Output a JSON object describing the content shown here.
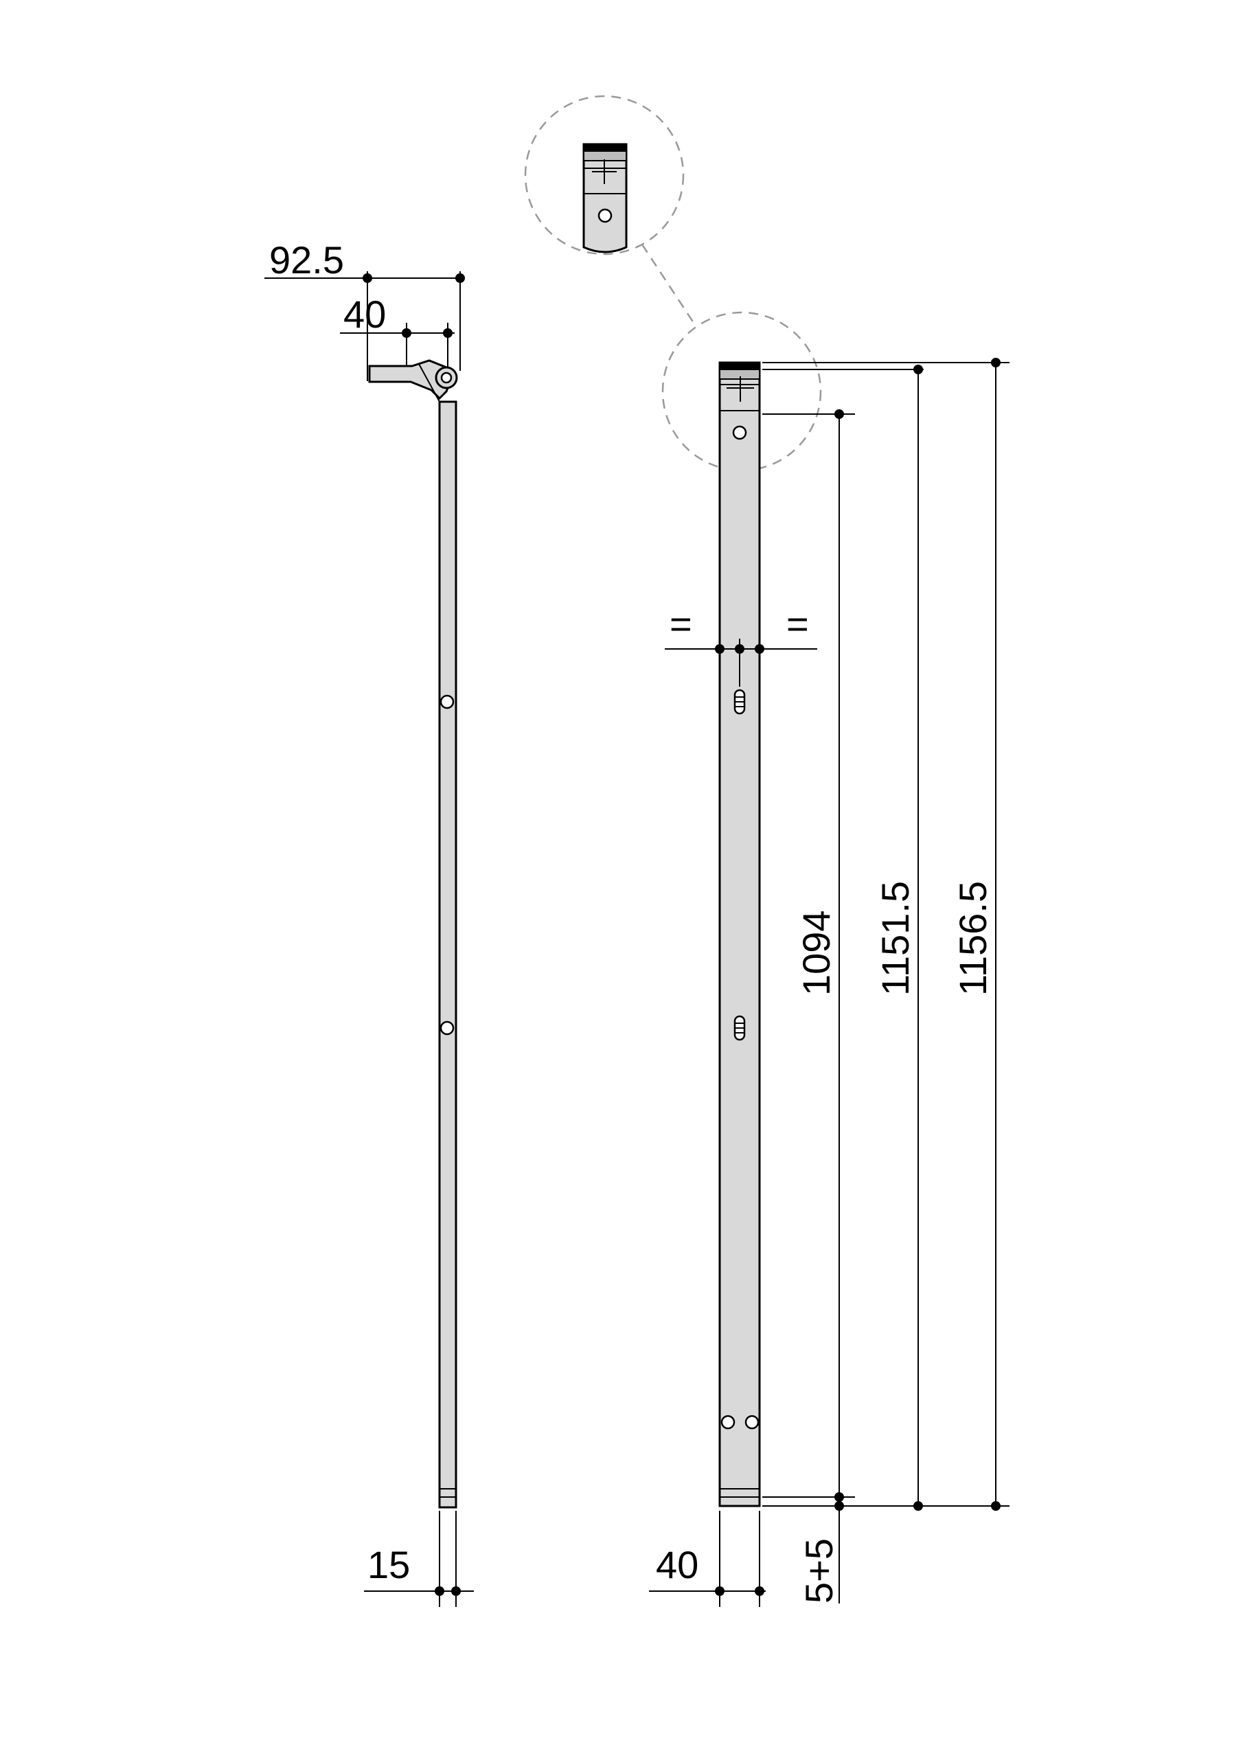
{
  "side_view": {
    "dim_overall_offset": "92.5",
    "dim_arm_offset": "40",
    "dim_thickness": "15"
  },
  "front_view": {
    "equal_mark_left": "=",
    "equal_mark_right": "=",
    "dim_width": "40",
    "dim_gap": "5+5",
    "dim_height_1": "1094",
    "dim_height_2": "1151.5",
    "dim_height_3": "1156.5"
  }
}
